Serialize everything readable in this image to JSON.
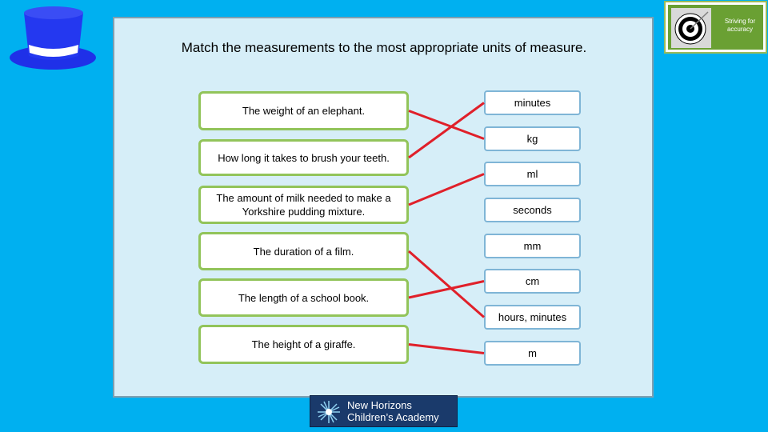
{
  "title": "Match the measurements to the most appropriate units of measure.",
  "left_items": [
    "The weight of an elephant.",
    "How long it takes to brush your teeth.",
    "The amount of milk needed to make a Yorkshire pudding mixture.",
    "The duration of a film.",
    "The length of a school book.",
    "The height of a giraffe."
  ],
  "right_items": [
    "minutes",
    "kg",
    "ml",
    "seconds",
    "mm",
    "cm",
    "hours, minutes",
    "m"
  ],
  "matches": [
    [
      0,
      1
    ],
    [
      1,
      0
    ],
    [
      2,
      2
    ],
    [
      3,
      6
    ],
    [
      4,
      5
    ],
    [
      5,
      7
    ]
  ],
  "badge": {
    "text": "Striving for accuracy"
  },
  "footer": {
    "line1": "New Horizons",
    "line2": "Children’s Academy"
  },
  "colors": {
    "background": "#00b0f0",
    "panel": "#d6eef8",
    "left_border": "#92c45a",
    "right_border": "#7fb5d6",
    "line": "#e0202a",
    "hat": "#1a2ee6"
  }
}
